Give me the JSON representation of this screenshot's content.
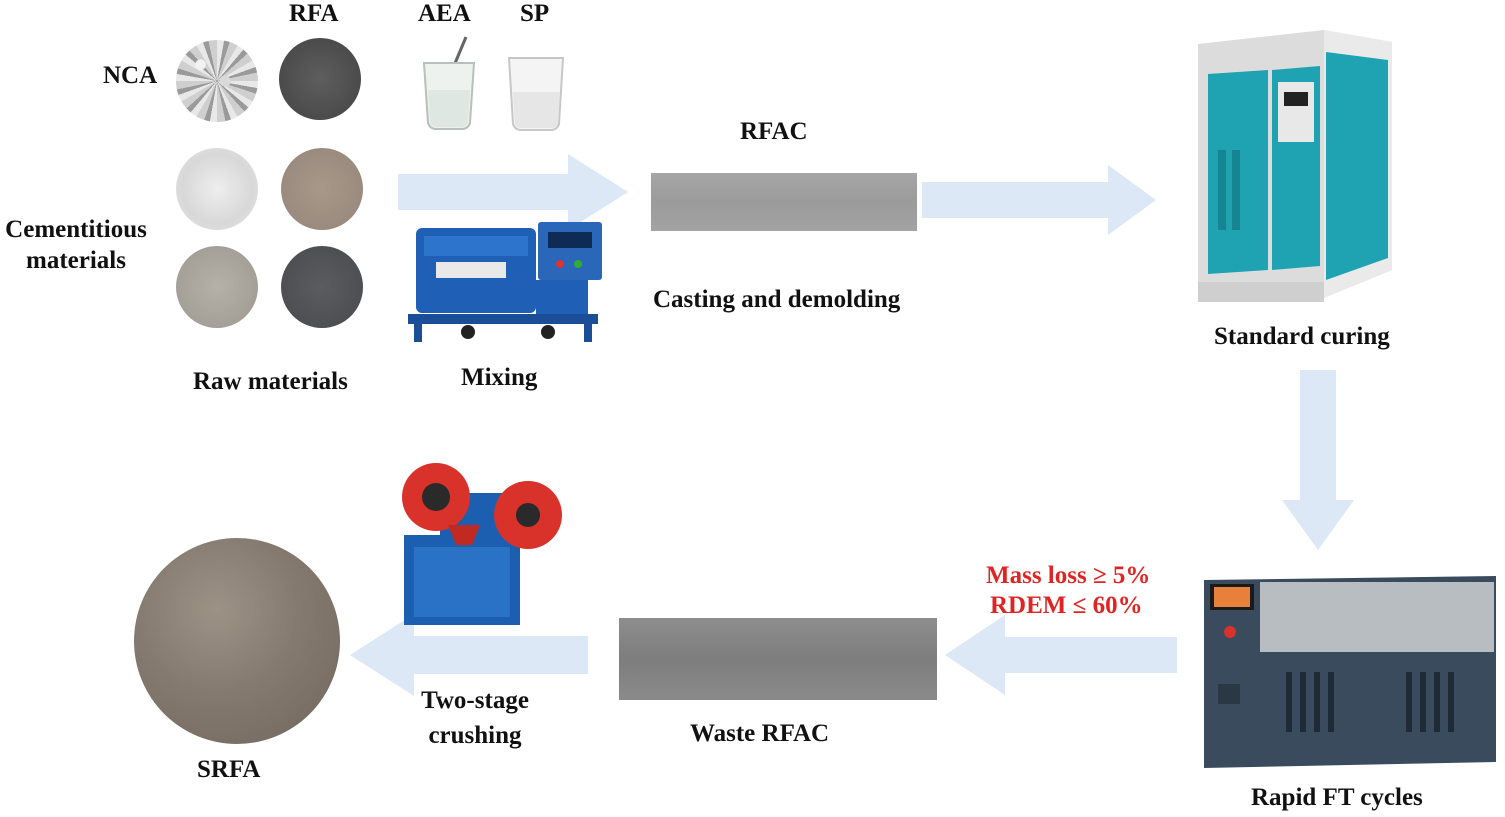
{
  "labels": {
    "rfa": "RFA",
    "aea": "AEA",
    "sp": "SP",
    "nca": "NCA",
    "cementitious_line1": "Cementitious",
    "cementitious_line2": "materials",
    "raw_materials": "Raw materials",
    "mixing": "Mixing",
    "rfac": "RFAC",
    "casting": "Casting and demolding",
    "standard_curing": "Standard curing",
    "rapid_ft": "Rapid FT cycles",
    "waste_rfac": "Waste RFAC",
    "two_stage_line1": "Two-stage",
    "two_stage_line2": "crushing",
    "srfa": "SRFA"
  },
  "criteria": {
    "mass_loss": "Mass loss ≥ 5%",
    "rdem": "RDEM ≤ 60%"
  },
  "colors": {
    "arrow": "#dce8f5",
    "criteria_text": "#e02424",
    "cabinet_teal": "#1fa3b3",
    "freezer_body": "#3a4b5e",
    "crusher_red": "#d8322a",
    "crusher_blue": "#1c5fb0"
  }
}
